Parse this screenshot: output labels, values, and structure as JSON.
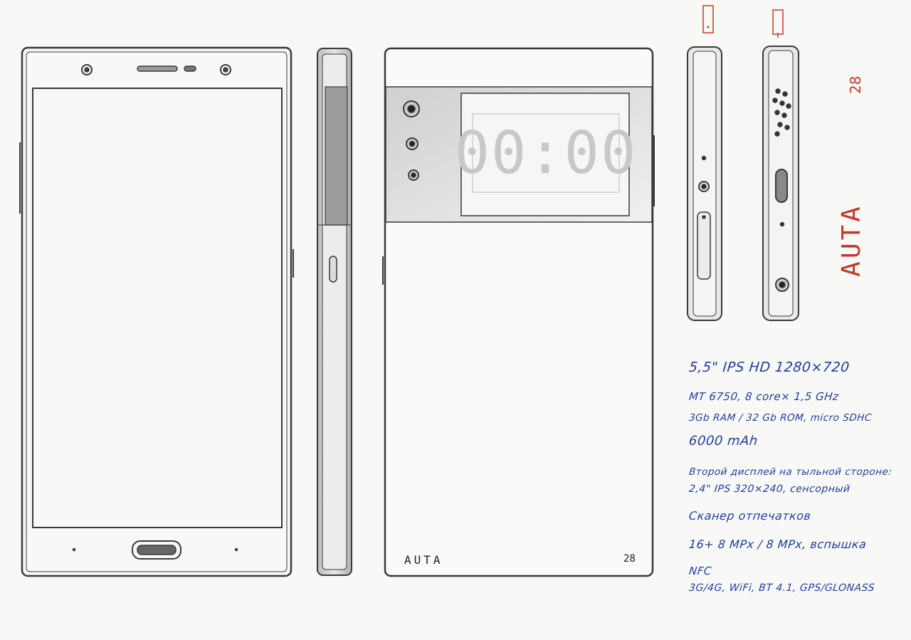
{
  "back_panel": {
    "clock_text": "00:00",
    "brand": "AUTA",
    "model_number": "28"
  },
  "margin_notes": {
    "brand_vertical": "AUTA",
    "number": "28"
  },
  "specs": [
    "5,5\" IPS HD 1280×720",
    "MT 6750, 8 core× 1,5 GHz",
    "3Gb RAM / 32 Gb ROM, micro SDHC",
    "6000 mAh",
    "Второй дисплей на тыльной стороне:",
    "2,4\" IPS 320×240, сенсорный",
    "Сканер отпечатков",
    "16+ 8 MPx / 8 MPx, вспышка",
    "NFC",
    "3G/4G, WiFi, BT 4.1, GPS/GLONASS"
  ],
  "colors": {
    "ink": "#1f3f9a",
    "pencil": "#3a3a3a",
    "accent_red": "#c23a2c",
    "paper": "#f8f8f6"
  }
}
